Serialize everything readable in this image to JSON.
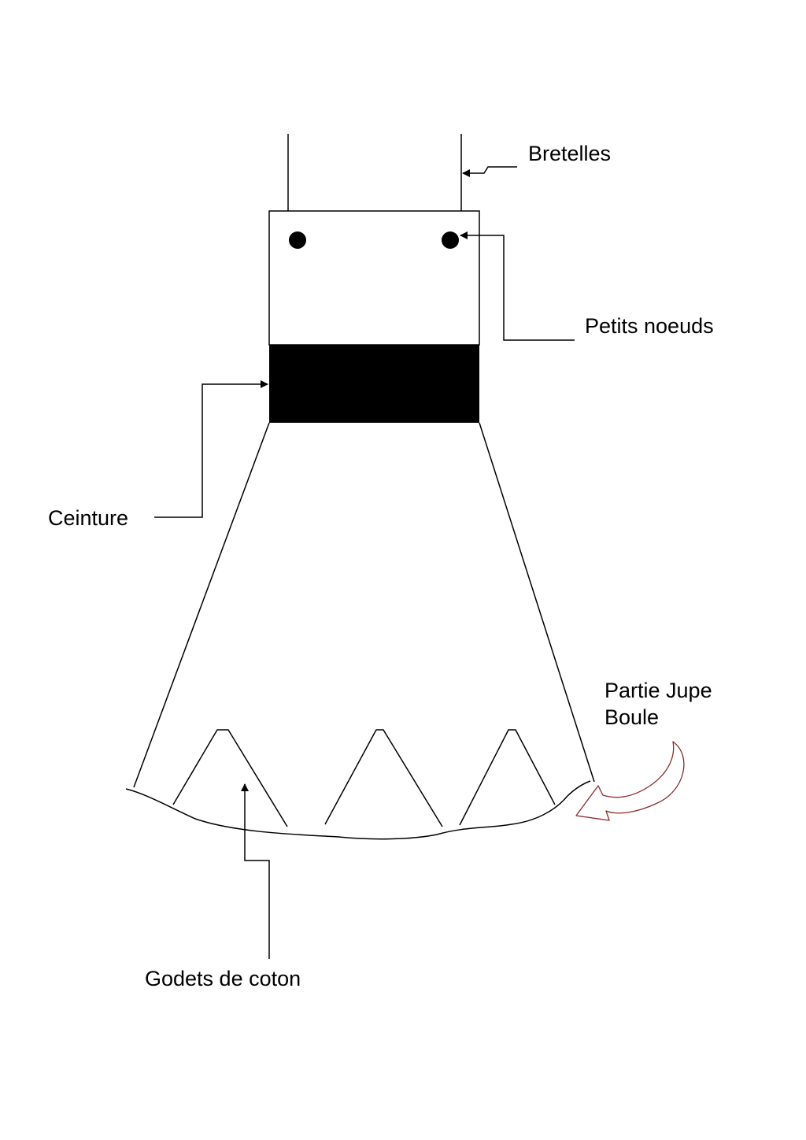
{
  "labels": {
    "bretelles": "Bretelles",
    "petits_noeuds": "Petits noeuds",
    "ceinture": "Ceinture",
    "partie_jupe_line1": "Partie Jupe",
    "partie_jupe_line2": "Boule",
    "godets": "Godets de coton"
  },
  "colors": {
    "stroke": "#000000",
    "belt_fill": "#000000",
    "curved_arrow": "#8B2B2B"
  }
}
